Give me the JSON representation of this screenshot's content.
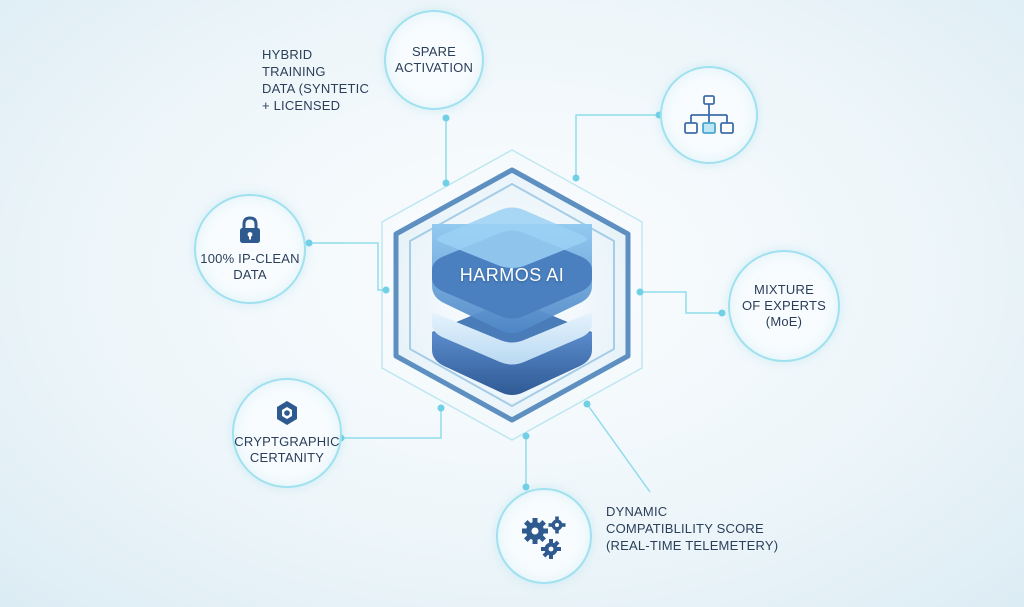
{
  "center": {
    "label": "HARMOS AI"
  },
  "nodes": {
    "spare_activation": "SPARE\nACTIVATION",
    "ip_clean": "100% IP-CLEAN\nDATA",
    "mixture_of_experts": "MIXTURE\nOF EXPERTS\n(MoE)",
    "cryptographic": "CRYPTGRAPHIC\nCERTANITY"
  },
  "labels": {
    "hybrid_training": "HYBRID TRAINING\nDATA (SYNTETIC\n+ LICENSED",
    "dynamic_score": "DYNAMIC\nCOMPATIBLILITY SCORE\n(REAL-TIME TELEMETERY)"
  },
  "icons": {
    "lock": "lock-icon",
    "hierarchy": "hierarchy-icon",
    "shield": "shield-icon",
    "gears": "gears-icon"
  },
  "colors": {
    "accent": "#8fdcec",
    "dot": "#6fd0e6",
    "hex_outer": "#5d8fc0",
    "layer_top": "#6aa9e0",
    "layer_dark": "#3e6ea9",
    "text": "#2b3f5a"
  }
}
